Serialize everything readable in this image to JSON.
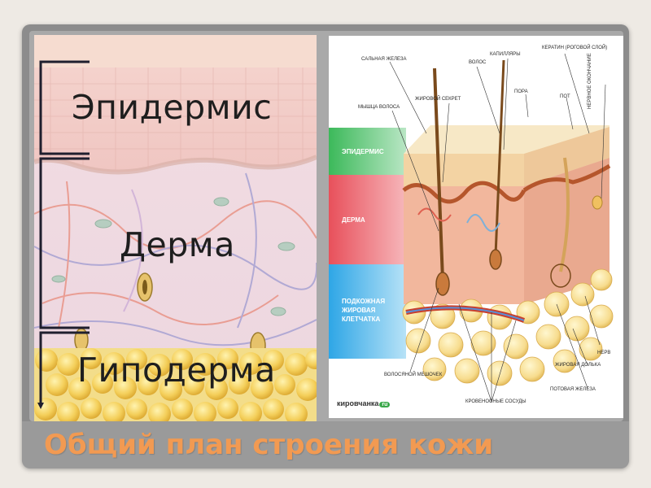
{
  "slide": {
    "title": "Общий план строения кожи",
    "title_color": "#f29a52"
  },
  "left_diagram": {
    "layers": [
      "Эпидермис",
      "Дерма",
      "Гиподерма"
    ]
  },
  "right_diagram": {
    "bands": [
      {
        "label": "ЭПИДЕРМИС",
        "color": "#3cb95a"
      },
      {
        "label": "ДЕРМА",
        "color": "#e8505b"
      },
      {
        "label": "ПОДКОЖНАЯ ЖИРОВАЯ КЛЕТЧАТКА",
        "color": "#2ea6e6"
      }
    ],
    "callouts": {
      "sebaceous_gland": "САЛЬНАЯ ЖЕЛЕЗА",
      "hair": "ВОЛОС",
      "capillaries": "КАПИЛЛЯРЫ",
      "keratin": "КЕРАТИН (РОГОВОЙ СЛОЙ)",
      "pore": "ПОРА",
      "sweat": "ПОТ",
      "nerve_ending": "НЕРВНОЕ ОКОНЧАНИЕ",
      "hair_muscle": "МЫШЦА ВОЛОСА",
      "fat_secretion": "ЖИРОВОЙ СЕКРЕТ",
      "nerve": "НЕРВ",
      "fat_lobule": "ЖИРОВАЯ ДОЛЬКА",
      "sweat_gland": "ПОТОВАЯ ЖЕЛЕЗА",
      "hair_follicle": "ВОЛОСЯНОЙ МЕШОЧЕК",
      "blood_vessels": "КРОВЕНОСНЫЕ СОСУДЫ"
    },
    "logo_text": "кировчанка",
    "logo_badge": "ru"
  }
}
